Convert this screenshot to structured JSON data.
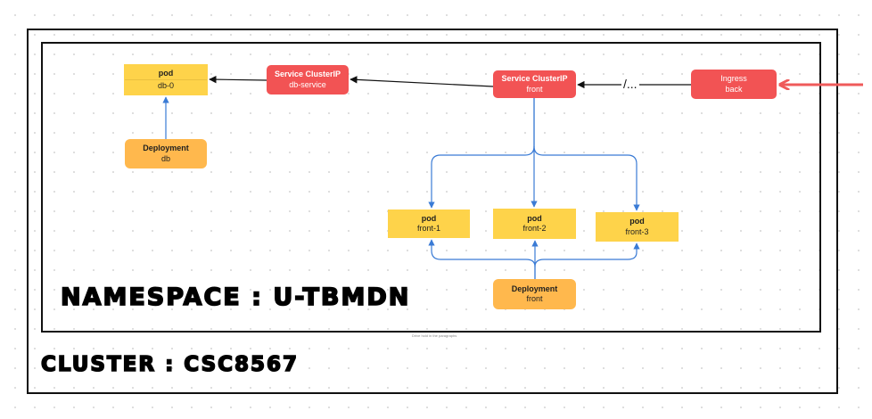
{
  "cluster": {
    "label": "CLUSTER : CSC8567"
  },
  "namespace": {
    "label": "NAMESPACE : U-TBMDN"
  },
  "nodes": {
    "pod_db": {
      "kind": "pod",
      "name": "db-0"
    },
    "deployment_db": {
      "kind": "Deployment",
      "name": "db"
    },
    "service_db": {
      "kind": "Service ClusterIP",
      "name": "db-service"
    },
    "service_front": {
      "kind": "Service ClusterIP",
      "name": "front"
    },
    "ingress": {
      "kind": "Ingress",
      "name": "back"
    },
    "pod_front_1": {
      "kind": "pod",
      "name": "front-1"
    },
    "pod_front_2": {
      "kind": "pod",
      "name": "front-2"
    },
    "pod_front_3": {
      "kind": "pod",
      "name": "front-3"
    },
    "deployment_front": {
      "kind": "Deployment",
      "name": "front"
    }
  },
  "edges": {
    "ingress_path_label": "/..."
  },
  "footnote": "Drive hold in the paragraphs",
  "colors": {
    "pod": "#fed34a",
    "deployment": "#ffb84d",
    "service": "#f25354",
    "ingress": "#f25354",
    "ingress_arrow": "#ef5a5a",
    "deployment_link": "#3a7bd5",
    "frame": "#111111"
  }
}
